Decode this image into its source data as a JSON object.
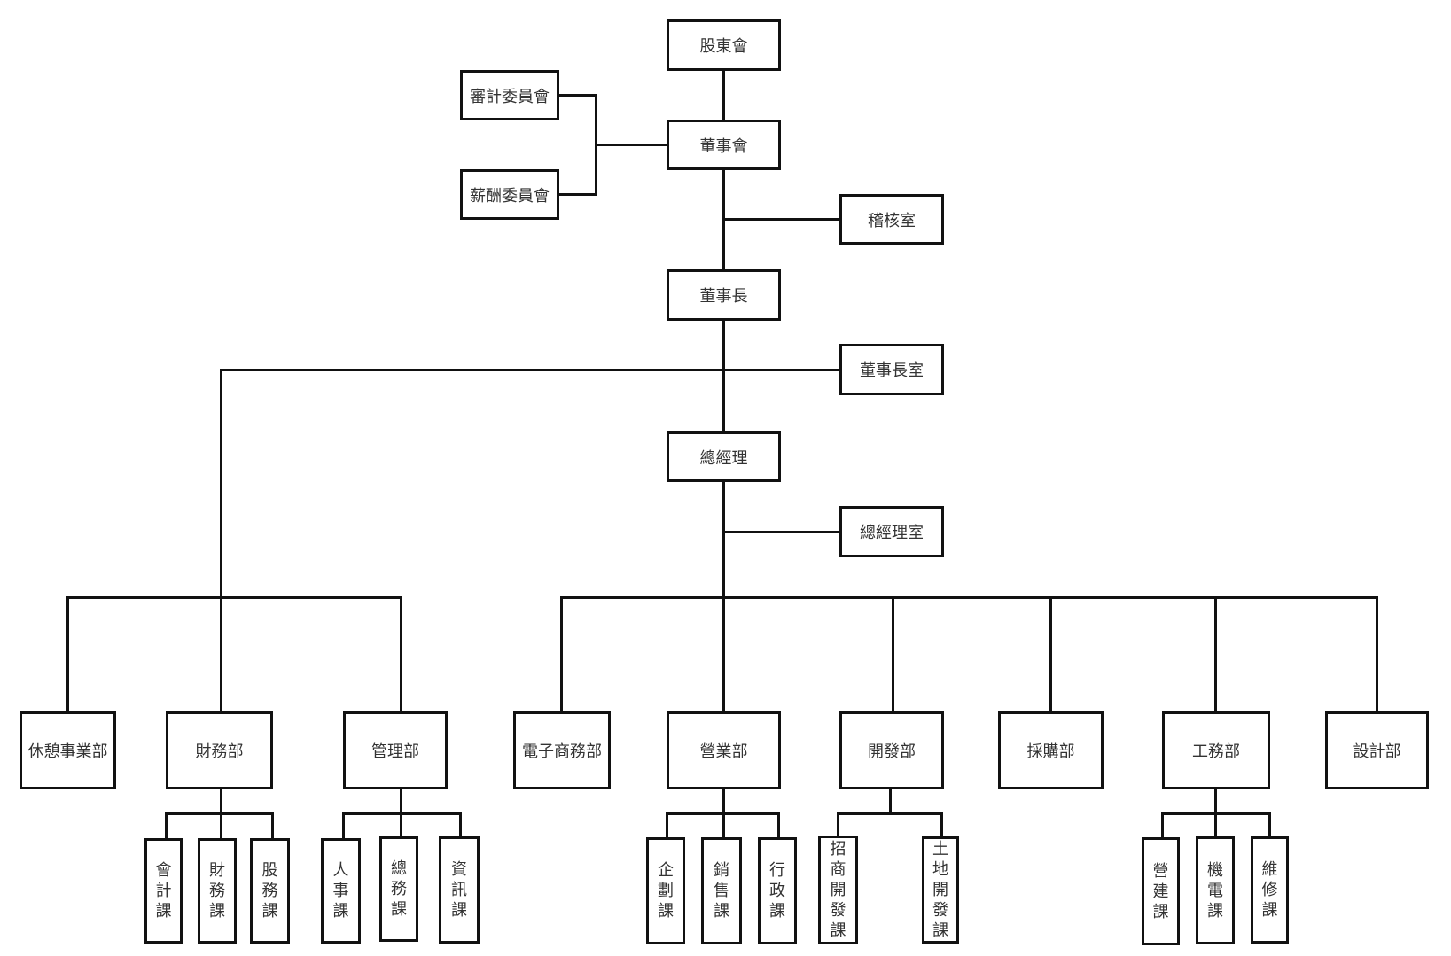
{
  "title": "組織架構圖",
  "colors": {
    "line": "#111111",
    "box_border": "#111111",
    "text": "#333333",
    "background": "#ffffff"
  },
  "nodes": {
    "shareholders": "股東會",
    "board": "董事會",
    "audit_committee": "審計委員會",
    "remuneration_committee": "薪酬委員會",
    "internal_audit": "稽核室",
    "chairman": "董事長",
    "chairman_office": "董事長室",
    "general_manager": "總經理",
    "gm_office": "總經理室",
    "departments": [
      {
        "id": "leisure",
        "label": "休憩事業部",
        "sections": []
      },
      {
        "id": "finance",
        "label": "財務部",
        "sections": [
          "會計課",
          "財務課",
          "股務課"
        ]
      },
      {
        "id": "management",
        "label": "管理部",
        "sections": [
          "人事課",
          "總務課",
          "資訊課"
        ]
      },
      {
        "id": "ecommerce",
        "label": "電子商務部",
        "sections": []
      },
      {
        "id": "sales",
        "label": "營業部",
        "sections": [
          "企劃課",
          "銷售課",
          "行政課"
        ]
      },
      {
        "id": "development",
        "label": "開發部",
        "sections": [
          "招商開發課",
          "土地開發課"
        ]
      },
      {
        "id": "procurement",
        "label": "採購部",
        "sections": []
      },
      {
        "id": "engineering",
        "label": "工務部",
        "sections": [
          "營建課",
          "機電課",
          "維修課"
        ]
      },
      {
        "id": "design",
        "label": "設計部",
        "sections": []
      }
    ]
  }
}
